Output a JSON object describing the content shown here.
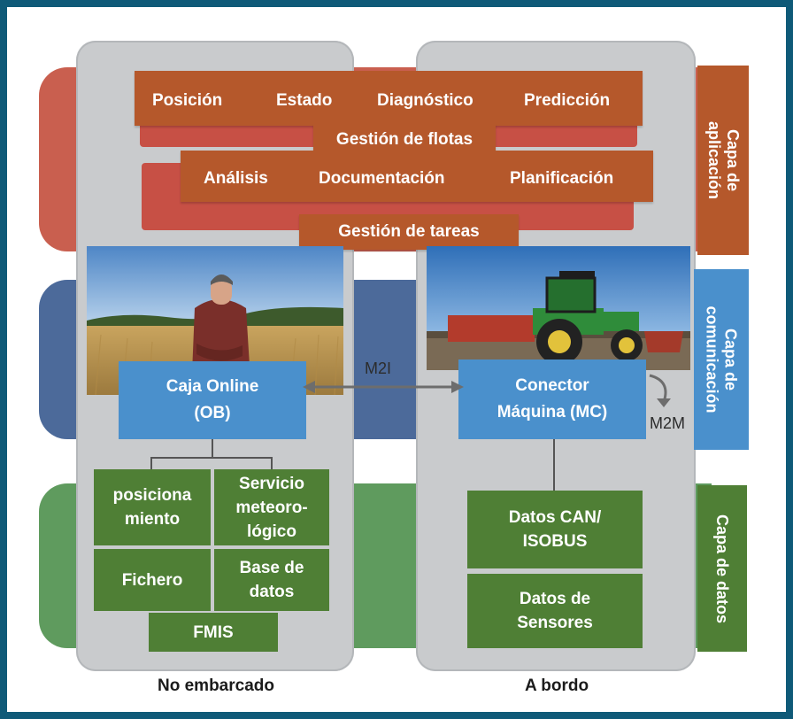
{
  "application_layer": {
    "label_line1": "Capa de",
    "label_line2": "aplicación",
    "fleet": {
      "items": [
        "Posición",
        "Estado",
        "Diagnóstico",
        "Predicción"
      ],
      "title": "Gestión de flotas"
    },
    "tasks": {
      "items": [
        "Análisis",
        "Documentación",
        "Planificación"
      ],
      "title": "Gestión de tareas"
    }
  },
  "communication_layer": {
    "label_line1": "Capa de",
    "label_line2": "comunicación",
    "online_box": {
      "line1": "Caja Online",
      "line2": "(OB)"
    },
    "machine_connector": {
      "line1": "Conector",
      "line2": "Máquina (MC)"
    },
    "m2i_label": "M2I",
    "m2m_label": "M2M"
  },
  "data_layer": {
    "label": "Capa de datos",
    "left_boxes": {
      "positioning": {
        "line1": "posiciona",
        "line2": "miento"
      },
      "weather": {
        "line1": "Servicio",
        "line2": "meteoro-",
        "line3": "lógico"
      },
      "file": "Fichero",
      "database": {
        "line1": "Base de",
        "line2": "datos"
      },
      "fmis": "FMIS"
    },
    "right_boxes": {
      "can": {
        "line1": "Datos CAN/",
        "line2": "ISOBUS"
      },
      "sensors": {
        "line1": "Datos de",
        "line2": "Sensores"
      }
    }
  },
  "columns": {
    "left": "No embarcado",
    "right": "A bordo"
  },
  "colors": {
    "frame": "#0f5a78",
    "application": "#b5582b",
    "communication": "#4a90cc",
    "data": "#4f7f35"
  }
}
